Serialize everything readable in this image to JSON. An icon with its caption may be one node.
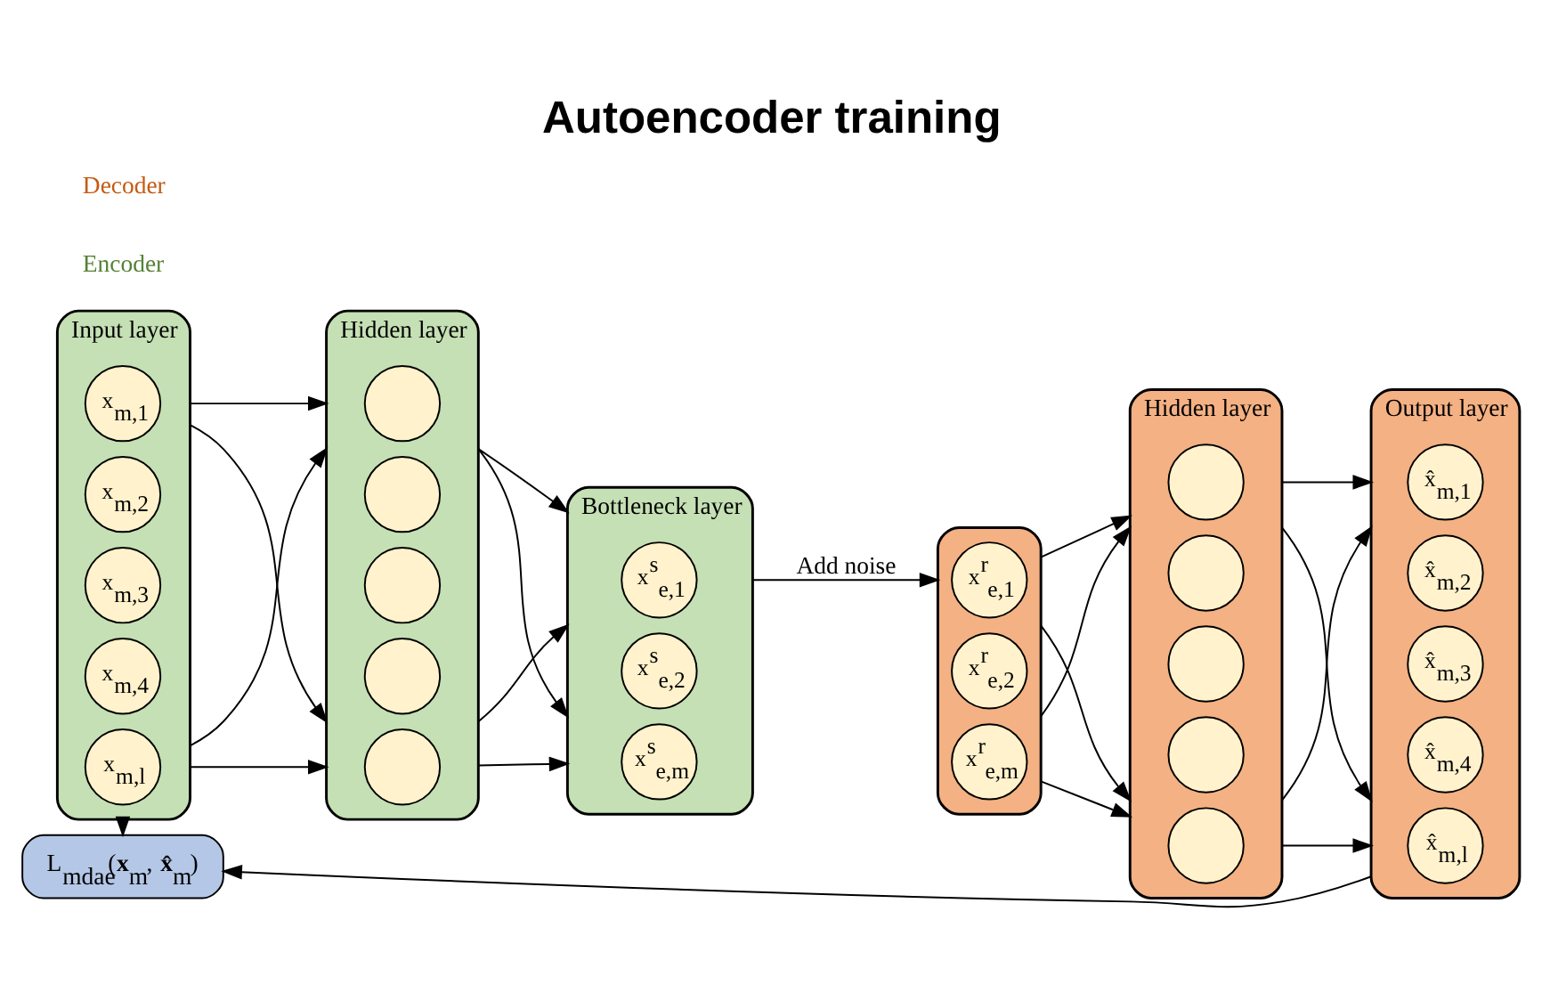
{
  "diagram": {
    "title": "Autoencoder training",
    "nodes": [
      {
        "text": [
          "Input layer"
        ]
      },
      {
        "text": [
          "x$_{m,1}$"
        ],
        "in": 0
      },
      {
        "text": [
          "x$_{m,2}$"
        ],
        "in": 0
      },
      {
        "text": [
          "x$_{m,3}$"
        ],
        "in": 0
      },
      {
        "text": [
          "x$_{m,4}$"
        ],
        "in": 0
      },
      {
        "text": [
          "x$_{m,l}$"
        ],
        "in": 0
      },
      {
        "text": [
          "Hidden layer"
        ]
      },
      {
        "text": [],
        "shape": "circle",
        "in": 6
      },
      {
        "text": [],
        "shape": "circle",
        "in": 6
      },
      {
        "text": [],
        "shape": "circle",
        "in": 6
      },
      {
        "text": [],
        "shape": "circle",
        "in": 6
      },
      {
        "text": [],
        "shape": "circle",
        "in": 6
      },
      {
        "text": [
          "Bottleneck layer"
        ]
      },
      {
        "text": [
          "x$^{s}$$_{e,1}$"
        ],
        "in": 12
      },
      {
        "text": [
          "x$^{s}$$_{e,2}$"
        ],
        "in": 12
      },
      {
        "text": [
          "x$^{s}$$_{e,m}$"
        ],
        "in": 12
      },
      {
        "text": [],
        "shape": "box"
      },
      {
        "text": [
          "x$^{r}$$_{e,1}$"
        ],
        "in": 16
      },
      {
        "text": [
          "x$^{r}$$_{e,2}$"
        ],
        "in": 16
      },
      {
        "text": [
          "x$^{r}$$_{e,m}$"
        ],
        "in": 16
      },
      {
        "text": [
          "Hidden layer"
        ]
      },
      {
        "text": [],
        "shape": "circle",
        "in": 20
      },
      {
        "text": [],
        "shape": "circle",
        "in": 20
      },
      {
        "text": [],
        "shape": "circle",
        "in": 20
      },
      {
        "text": [],
        "shape": "circle",
        "in": 20
      },
      {
        "text": [],
        "shape": "circle",
        "in": 20
      },
      {
        "text": [
          "Output layer"
        ]
      },
      {
        "text": [
          "x̂$_{m,1}$"
        ],
        "in": 26
      },
      {
        "text": [
          "x̂$_{m,2}$"
        ],
        "in": 26
      },
      {
        "text": [
          "x̂$_{m,3}$"
        ],
        "in": 26
      },
      {
        "text": [
          "x̂$_{m,4}$"
        ],
        "in": 26
      },
      {
        "text": [
          "x̂$_{m,l}$"
        ],
        "in": 26
      },
      {
        "text": [
          "L$_{mdae}$(**x**$_{m}$, **x̂**$_{m}$)"
        ]
      }
    ],
    "edges": [
      {
        "from": 0,
        "to": 6,
        "arrow": "to"
      },
      {
        "from": 0,
        "to": 6,
        "arrow": "to"
      },
      {
        "from": 0,
        "to": 6,
        "arrow": "to"
      },
      {
        "from": 0,
        "to": 6,
        "arrow": "to"
      },
      {
        "from": 6,
        "to": 12,
        "arrow": "to"
      },
      {
        "from": 6,
        "to": 12,
        "arrow": "to"
      },
      {
        "from": 6,
        "to": 12,
        "arrow": "to"
      },
      {
        "from": 6,
        "to": 12,
        "arrow": "to"
      },
      {
        "from": 12,
        "to": 16,
        "arrow": "to",
        "label": "Add noise"
      },
      {
        "from": 16,
        "to": 20,
        "arrow": "to"
      },
      {
        "from": 16,
        "to": 20,
        "arrow": "to"
      },
      {
        "from": 16,
        "to": 20,
        "arrow": "to"
      },
      {
        "from": 16,
        "to": 20,
        "arrow": "to"
      },
      {
        "from": 20,
        "to": 26,
        "arrow": "to"
      },
      {
        "from": 20,
        "to": 26,
        "arrow": "to"
      },
      {
        "from": 20,
        "to": 26,
        "arrow": "to"
      },
      {
        "from": 20,
        "to": 26,
        "arrow": "to"
      },
      {
        "from": 0,
        "to": 32,
        "arrow": "to"
      },
      {
        "from": 26,
        "to": 32,
        "arrow": "to"
      }
    ],
    "labels": [
      "Encoder",
      "Decoder"
    ]
  }
}
